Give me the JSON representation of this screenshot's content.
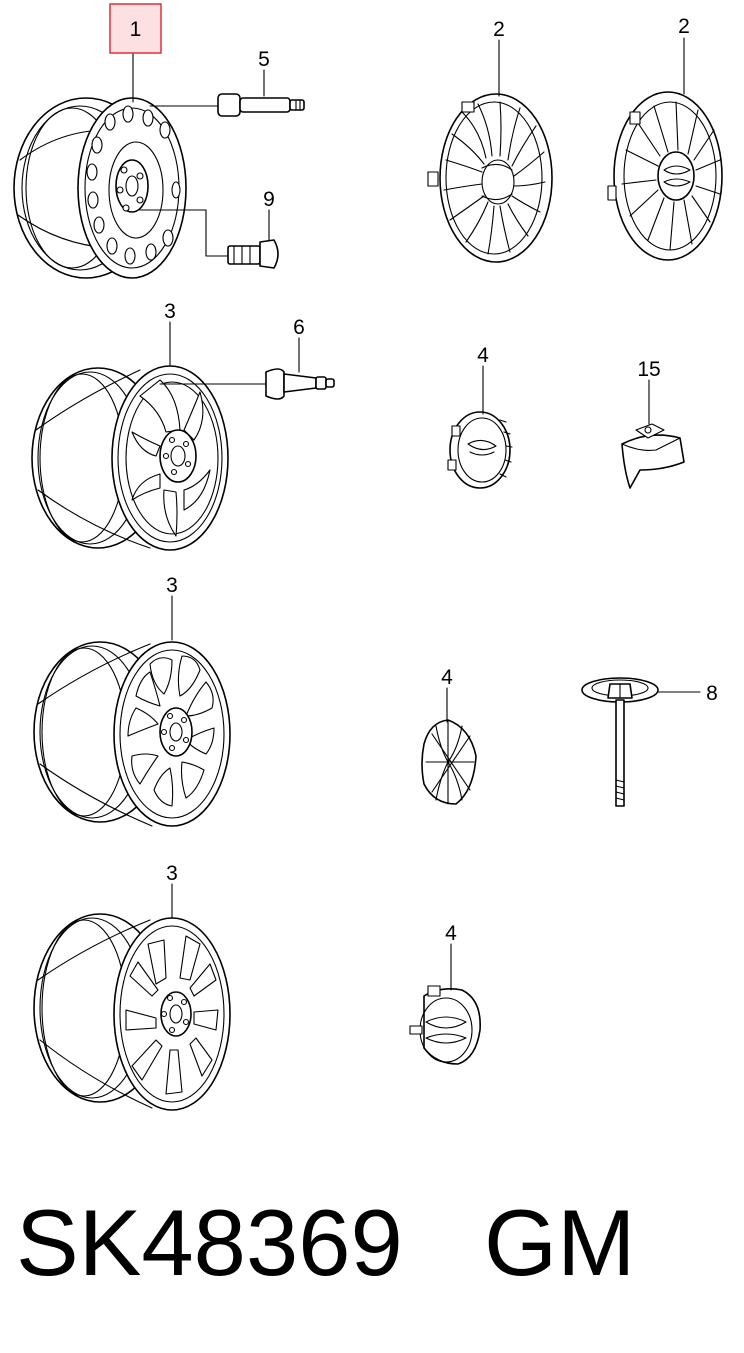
{
  "callouts": {
    "steel_wheel": "1",
    "wheel_cover_a": "2",
    "wheel_cover_b": "2",
    "alloy_wheel_a": "3",
    "alloy_wheel_b": "3",
    "alloy_wheel_c": "3",
    "center_cap_a": "4",
    "center_cap_b": "4",
    "center_cap_c": "4",
    "valve_steel": "5",
    "valve_alloy": "6",
    "spare_bolt": "8",
    "wheel_nut": "9",
    "balance_weight": "15"
  },
  "footer": {
    "part_number": "SK48369",
    "brand": "GM"
  },
  "colors": {
    "highlight_fill": "#fde0e2",
    "highlight_stroke": "#e0303a",
    "line": "#000000"
  }
}
